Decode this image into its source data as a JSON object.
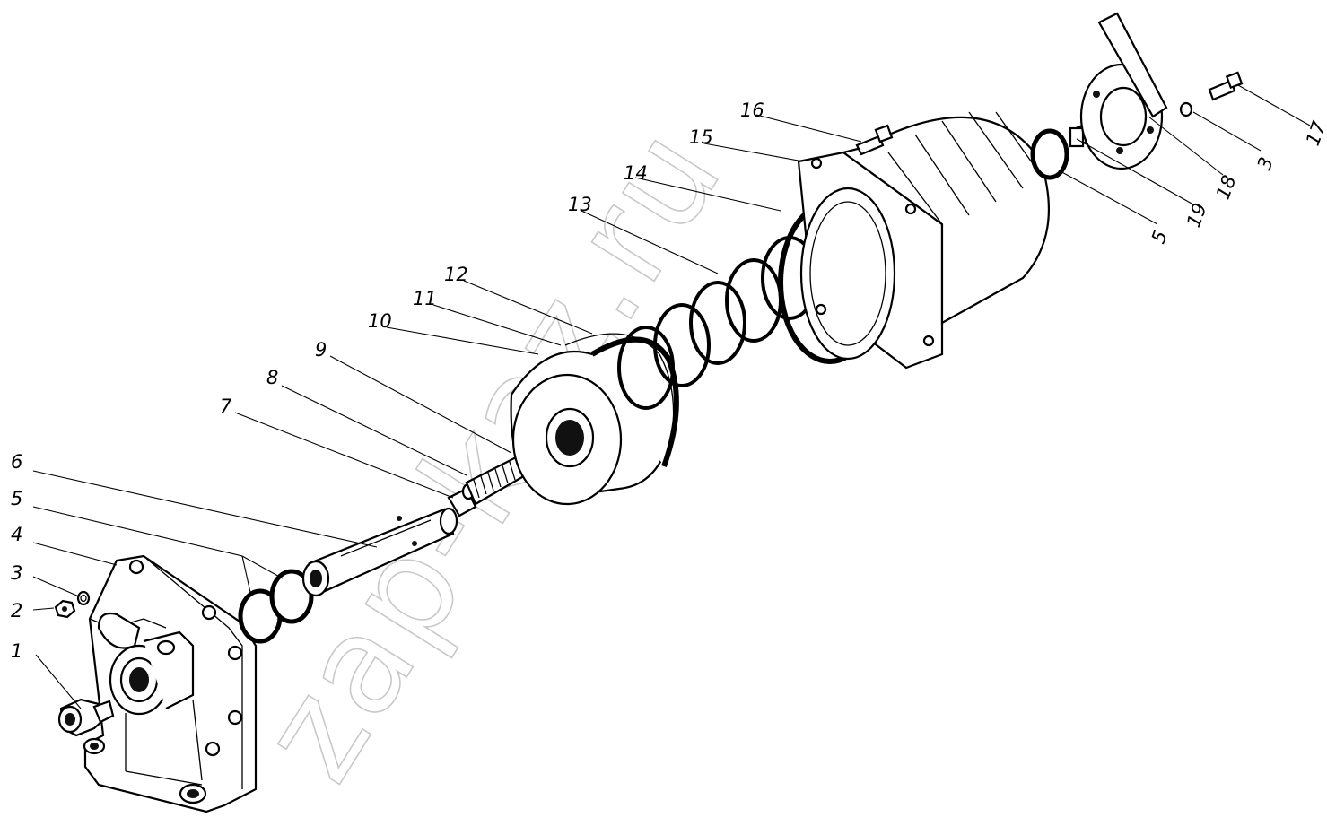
{
  "watermark": "zap-kaz.ru",
  "callouts": [
    "1",
    "2",
    "3",
    "4",
    "5",
    "6",
    "7",
    "8",
    "9",
    "10",
    "11",
    "12",
    "13",
    "14",
    "15",
    "16",
    "17",
    "3",
    "5",
    "19",
    "18"
  ]
}
